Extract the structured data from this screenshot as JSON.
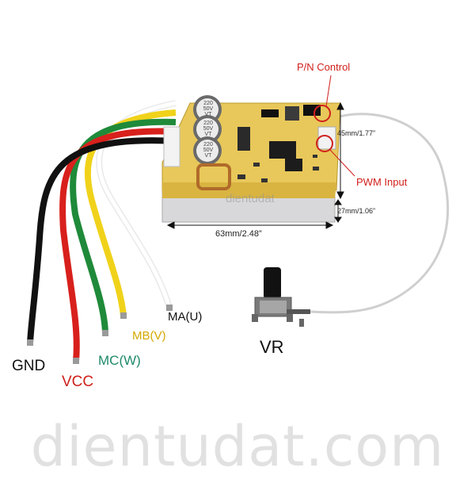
{
  "board": {
    "capacitor_text": [
      "220",
      "50V",
      "VT"
    ],
    "silk_watermark": "dientudat"
  },
  "dimensions": {
    "width": "63mm/2.48”",
    "height": "45mm/1.77”",
    "depth": "27mm/1.06”"
  },
  "callouts": {
    "pn_control": "P/N Control",
    "pwm_input": "PWM Input"
  },
  "wires": {
    "gnd": "GND",
    "vcc": "VCC",
    "mc": "MC(W)",
    "mb": "MB(V)",
    "ma": "MA(U)"
  },
  "potentiometer": {
    "label": "VR"
  },
  "watermark": {
    "text": "dientudat.com"
  },
  "colors": {
    "pcb": "#e8c85a",
    "wire_black": "#111111",
    "wire_red": "#d8201c",
    "wire_green": "#1f8a3a",
    "wire_yellow": "#f0d21a",
    "wire_white": "#f4f4f4",
    "callout_red": "#d0201c",
    "mc_label": "#1f8a6a",
    "mb_label": "#d4a800"
  }
}
